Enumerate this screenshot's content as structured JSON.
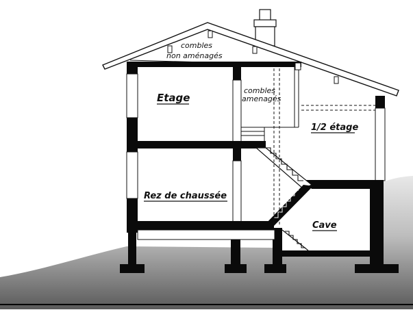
{
  "labels": {
    "attic_line1": "combles",
    "attic_line2": "non aménagés",
    "loft_line1": "combles",
    "loft_line2": "amenagés",
    "upper_floor": "Etage",
    "half_floor": "1/2 étage",
    "ground_floor": "Rez de chaussée",
    "cellar": "Cave"
  },
  "colors": {
    "wall": "#0a0a0a",
    "ground_dark": "#555555",
    "ground_light": "#e4e4e4",
    "paper": "#ffffff",
    "line": "#111111"
  }
}
